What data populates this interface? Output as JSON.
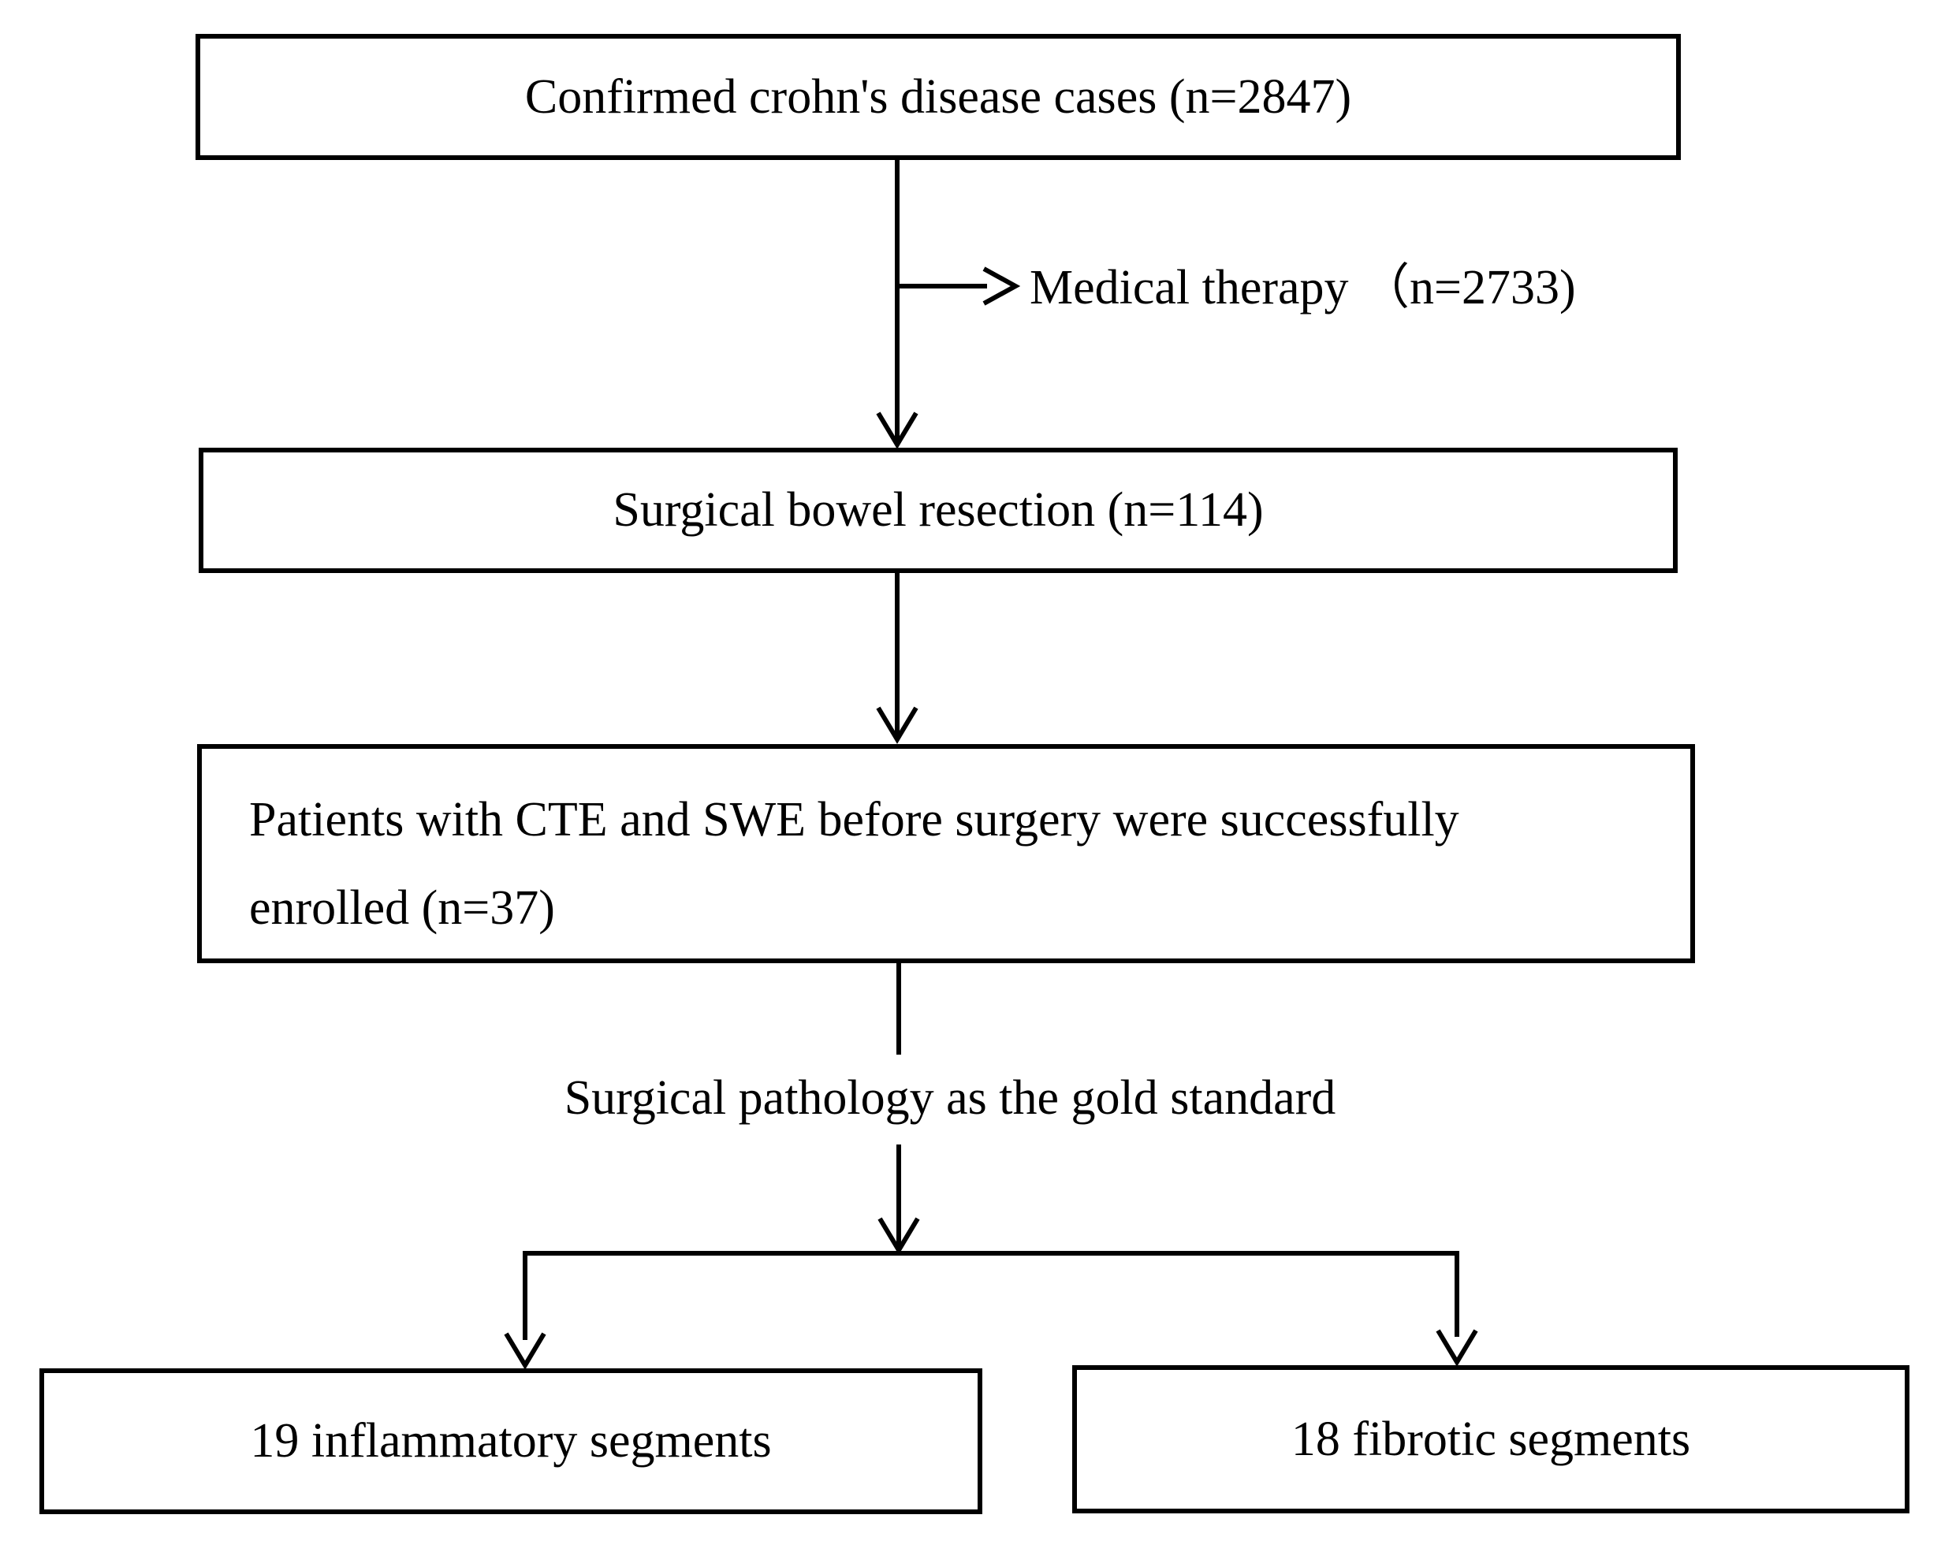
{
  "figure": {
    "background": "#ffffff",
    "line_color": "#000000",
    "text_color": "#000000",
    "boxes": {
      "confirmed": "Confirmed crohn's disease cases (n=2847)",
      "surgical": "Surgical bowel resection (n=114)",
      "enrolled_line1": "Patients with CTE and SWE before surgery were successfully",
      "enrolled_line2": "enrolled (n=37)",
      "inflammatory": "19 inflammatory segments",
      "fibrotic": "18 fibrotic segments"
    },
    "labels": {
      "medical_therapy": "Medical therapy （n=2733)",
      "gold_standard": "Surgical pathology as the gold standard"
    }
  }
}
